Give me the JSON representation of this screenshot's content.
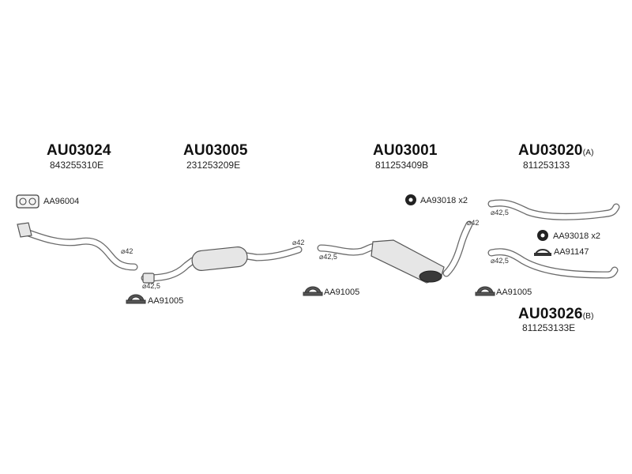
{
  "parts": [
    {
      "code": "AU03024",
      "oem": "843255310E",
      "suffix": ""
    },
    {
      "code": "AU03005",
      "oem": "231253209E",
      "suffix": ""
    },
    {
      "code": "AU03001",
      "oem": "811253409B",
      "suffix": ""
    },
    {
      "code": "AU03020",
      "oem": "811253133",
      "suffix": "(A)"
    },
    {
      "code": "AU03026",
      "oem": "811253133E",
      "suffix": "(B)"
    }
  ],
  "accessories": [
    {
      "code": "AA96004",
      "icon": "gasket-icon"
    },
    {
      "code": "AA91005",
      "icon": "clamp-icon"
    },
    {
      "code": "AA91005",
      "icon": "clamp-icon"
    },
    {
      "code": "AA91005",
      "icon": "clamp-icon"
    },
    {
      "code": "AA93018 x2",
      "icon": "rubber-mount-icon"
    },
    {
      "code": "AA93018 x2",
      "icon": "rubber-mount-icon"
    },
    {
      "code": "AA91147",
      "icon": "hanger-icon"
    }
  ],
  "diameters": [
    "⌀42",
    "⌀42,5",
    "⌀42",
    "⌀42,5",
    "⌀42",
    "⌀42,5",
    "⌀42,5"
  ]
}
